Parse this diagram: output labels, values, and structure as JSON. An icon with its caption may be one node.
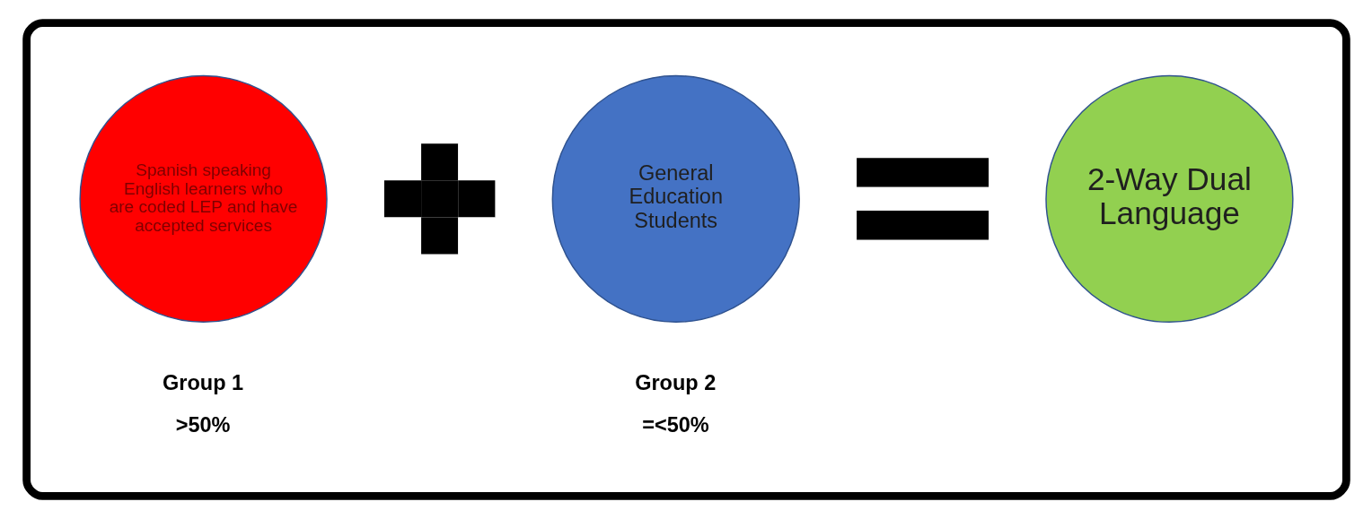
{
  "diagram": {
    "nodes": [
      {
        "text": [],
        "shape": "box"
      },
      {
        "text": [
          "Spanish speaking English learners who are coded LEP and have accepted services"
        ],
        "in": 0,
        "beside": [
          "Group 1",
          ">50%"
        ]
      },
      {
        "text": [],
        "shape": "plus",
        "in": 0
      },
      {
        "text": [
          "General Education Students"
        ],
        "in": 0,
        "beside": [
          "Group 2",
          "=<50%"
        ]
      },
      {
        "text": [],
        "shape": "equals",
        "in": 0
      },
      {
        "text": [
          "2-Way Dual Language"
        ],
        "in": 0
      }
    ],
    "edges": []
  }
}
